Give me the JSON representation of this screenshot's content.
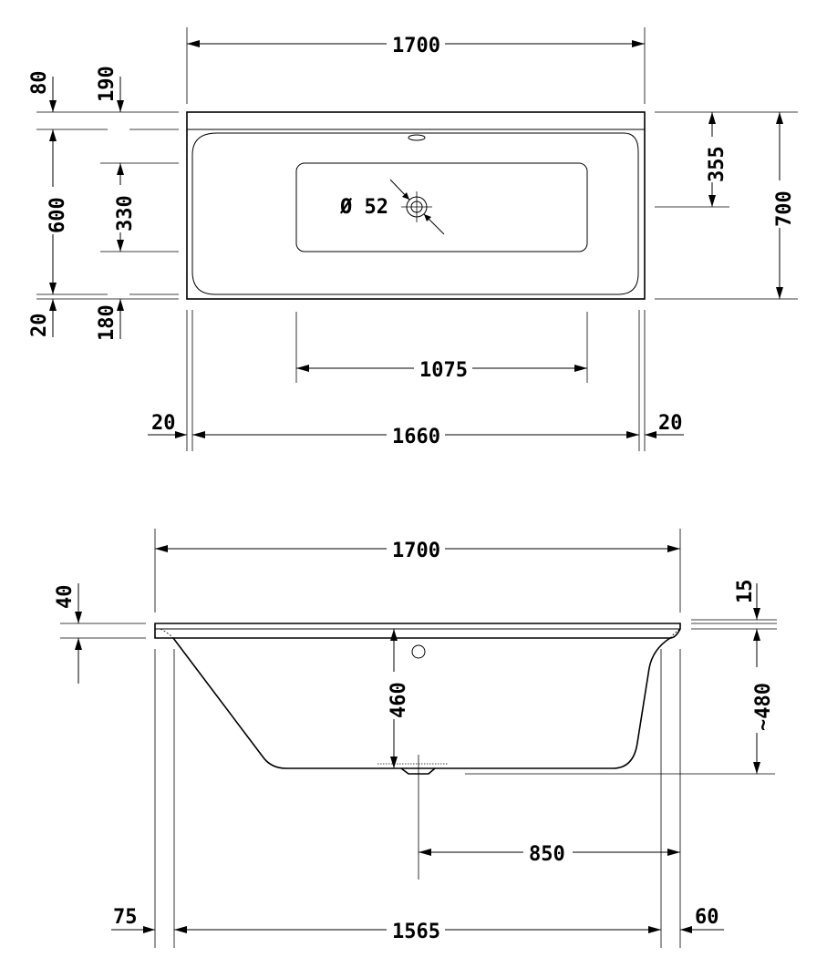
{
  "top_view": {
    "overall_length": "1700",
    "overall_width": "700",
    "inner_length": "1660",
    "inner_width": "600",
    "rim_back": "80",
    "to_basin_top": "190",
    "basin_width": "330",
    "rim_front": "20",
    "to_basin_bottom": "180",
    "to_drain": "355",
    "basin_length": "1075",
    "rim_left": "20",
    "rim_right": "20",
    "drain_diameter": "Ø 52"
  },
  "side_view": {
    "overall_length": "1700",
    "rim_height": "40",
    "rim_step": "15",
    "inner_depth": "460",
    "height_approx": "~480",
    "drain_offset": "850",
    "bottom_length": "1565",
    "left_overhang": "75",
    "right_overhang": "60"
  },
  "colors": {
    "line": "#000000",
    "background": "#ffffff"
  }
}
